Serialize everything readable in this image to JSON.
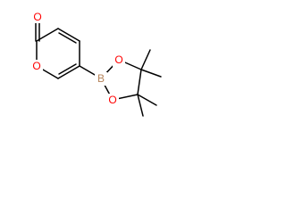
{
  "molecule": {
    "atoms": {
      "carbonyl_oxygen": {
        "symbol": "O",
        "color": "#ff0000"
      },
      "ring_oxygen": {
        "symbol": "O",
        "color": "#ff0000"
      },
      "boron": {
        "symbol": "B",
        "color": "#b5835a"
      },
      "dioxaborolane_oxygen_top": {
        "symbol": "O",
        "color": "#ff0000"
      },
      "dioxaborolane_oxygen_bottom": {
        "symbol": "O",
        "color": "#ff0000"
      }
    },
    "bond_color": "#000000"
  }
}
